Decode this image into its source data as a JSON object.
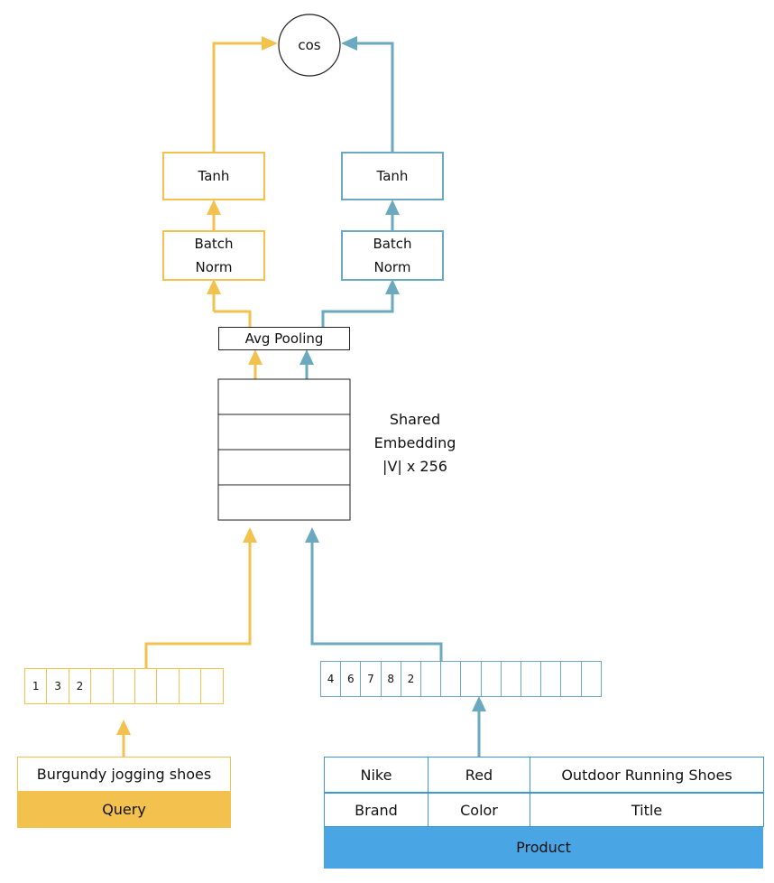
{
  "colors": {
    "query": "#f2c14e",
    "product": "#6aa9bf",
    "product_fill": "#4aa5e4",
    "outline": "#222222"
  },
  "cos": "cos",
  "query_tower": {
    "tanh": "Tanh",
    "batch_norm_line1": "Batch",
    "batch_norm_line2": "Norm"
  },
  "product_tower": {
    "tanh": "Tanh",
    "batch_norm_line1": "Batch",
    "batch_norm_line2": "Norm"
  },
  "avg_pooling": "Avg Pooling",
  "embedding": {
    "line1": "Shared",
    "line2": "Embedding",
    "line3": "|V| x 256"
  },
  "query_ids": [
    "1",
    "3",
    "2",
    "",
    "",
    "",
    "",
    "",
    ""
  ],
  "product_ids": [
    "4",
    "6",
    "7",
    "8",
    "2",
    "",
    "",
    "",
    "",
    "",
    "",
    "",
    "",
    ""
  ],
  "query_input": {
    "text": "Burgundy jogging shoes",
    "label": "Query"
  },
  "product_input": {
    "values": [
      "Nike",
      "Red",
      "Outdoor Running Shoes"
    ],
    "fields": [
      "Brand",
      "Color",
      "Title"
    ],
    "label": "Product"
  }
}
